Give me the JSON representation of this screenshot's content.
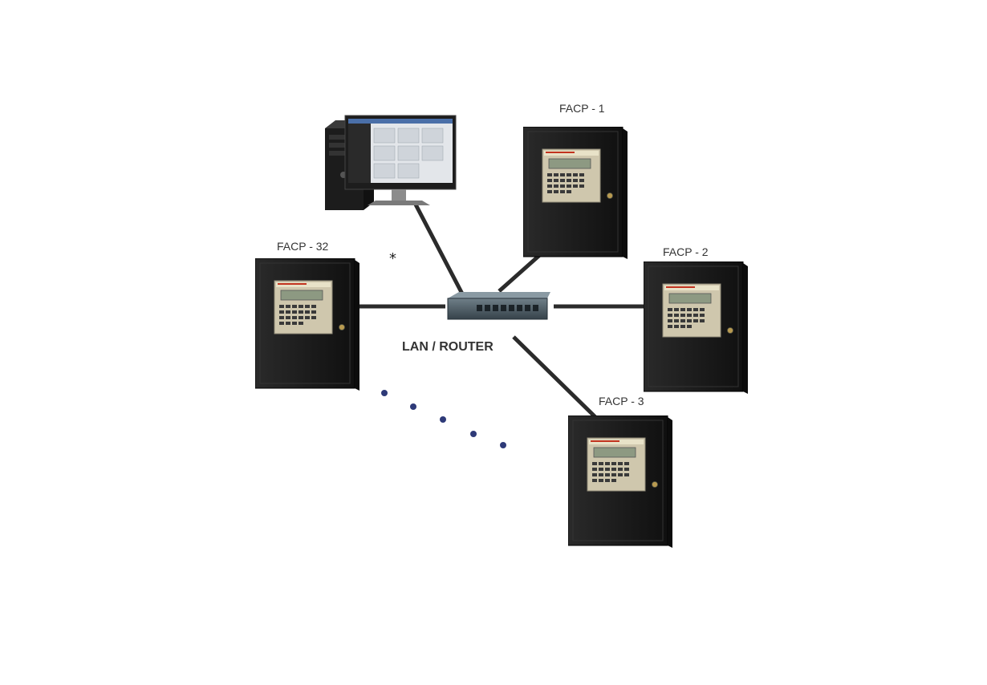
{
  "labels": {
    "facp_1": "FACP - 1",
    "facp_2": "FACP - 2",
    "facp_3": "FACP - 3",
    "facp_32": "FACP - 32",
    "router": "LAN / ROUTER",
    "asterisk": "*"
  },
  "colors": {
    "link": "#2b2b2b",
    "cabinet": "#1f1f1f",
    "panel": "#cfc7ad",
    "dots": "#2e3a78",
    "switch": "#4b5a63"
  }
}
